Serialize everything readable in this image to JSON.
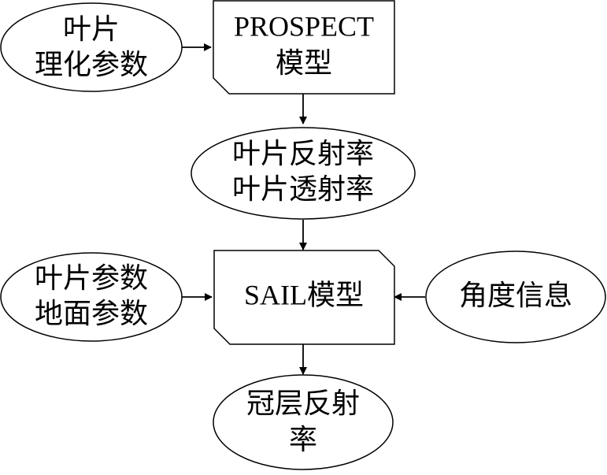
{
  "nodes": {
    "leaf_physchem": {
      "lines": [
        "叶片",
        "理化参数"
      ]
    },
    "prospect_model": {
      "lines": [
        "PROSPECT",
        "模型"
      ]
    },
    "leaf_optics": {
      "lines": [
        "叶片反射率",
        "叶片透射率"
      ]
    },
    "leaf_ground_params": {
      "lines": [
        "叶片参数",
        "地面参数"
      ]
    },
    "sail_model": {
      "lines": [
        "SAIL模型"
      ]
    },
    "angle_info": {
      "lines": [
        "角度信息"
      ]
    },
    "canopy_reflectance": {
      "lines": [
        "冠层反射",
        "率"
      ]
    }
  },
  "edges": [
    {
      "from": "leaf_physchem",
      "to": "prospect_model"
    },
    {
      "from": "prospect_model",
      "to": "leaf_optics"
    },
    {
      "from": "leaf_optics",
      "to": "sail_model"
    },
    {
      "from": "leaf_ground_params",
      "to": "sail_model"
    },
    {
      "from": "angle_info",
      "to": "sail_model"
    },
    {
      "from": "sail_model",
      "to": "canopy_reflectance"
    }
  ],
  "colors": {
    "stroke": "#000000",
    "fill": "#ffffff",
    "text": "#000000"
  }
}
